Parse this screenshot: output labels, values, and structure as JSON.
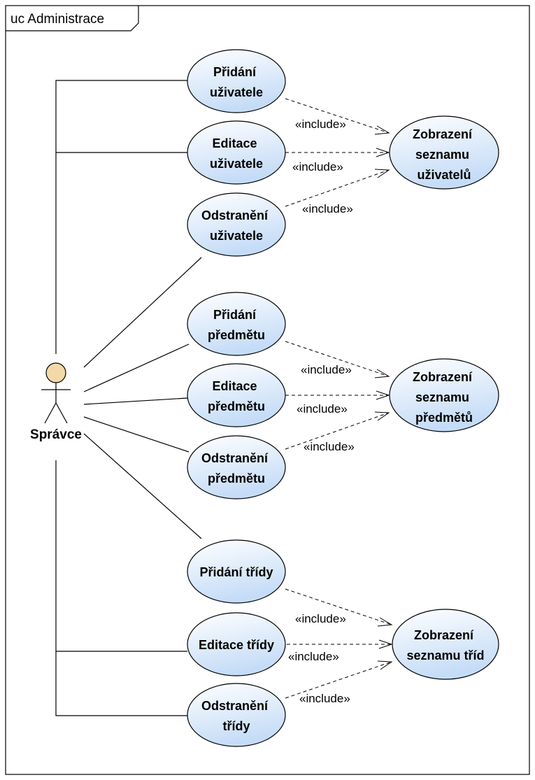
{
  "diagram": {
    "frame_title": "uc Administrace",
    "actor": {
      "name": "Správce",
      "icon": "stick-figure-icon"
    },
    "include_label": "«include»",
    "colors": {
      "usecase_fill_light": "#ffffff",
      "usecase_fill_dark": "#c5dcf7",
      "actor_head": "#f3d9a8",
      "line": "#000000"
    },
    "groups": [
      {
        "id": "uzivatele",
        "usecases": [
          {
            "id": "pridani-uzivatele",
            "lines": [
              "Přidání",
              "uživatele"
            ]
          },
          {
            "id": "editace-uzivatele",
            "lines": [
              "Editace",
              "uživatele"
            ]
          },
          {
            "id": "odstraneni-uzivatele",
            "lines": [
              "Odstranění",
              "uživatele"
            ]
          }
        ],
        "target": {
          "id": "zobrazeni-seznamu-uzivatelu",
          "lines": [
            "Zobrazení",
            "seznamu",
            "uživatelů"
          ]
        }
      },
      {
        "id": "predmety",
        "usecases": [
          {
            "id": "pridani-predmetu",
            "lines": [
              "Přidání",
              "předmětu"
            ]
          },
          {
            "id": "editace-predmetu",
            "lines": [
              "Editace",
              "předmětu"
            ]
          },
          {
            "id": "odstraneni-predmetu",
            "lines": [
              "Odstranění",
              "předmětu"
            ]
          }
        ],
        "target": {
          "id": "zobrazeni-seznamu-predmetu",
          "lines": [
            "Zobrazení",
            "seznamu",
            "předmětů"
          ]
        }
      },
      {
        "id": "tridy",
        "usecases": [
          {
            "id": "pridani-tridy",
            "lines": [
              "Přidání třídy"
            ]
          },
          {
            "id": "editace-tridy",
            "lines": [
              "Editace třídy"
            ]
          },
          {
            "id": "odstraneni-tridy",
            "lines": [
              "Odstranění",
              "třídy"
            ]
          }
        ],
        "target": {
          "id": "zobrazeni-seznamu-trid",
          "lines": [
            "Zobrazení",
            "seznamu tříd"
          ]
        }
      }
    ]
  }
}
